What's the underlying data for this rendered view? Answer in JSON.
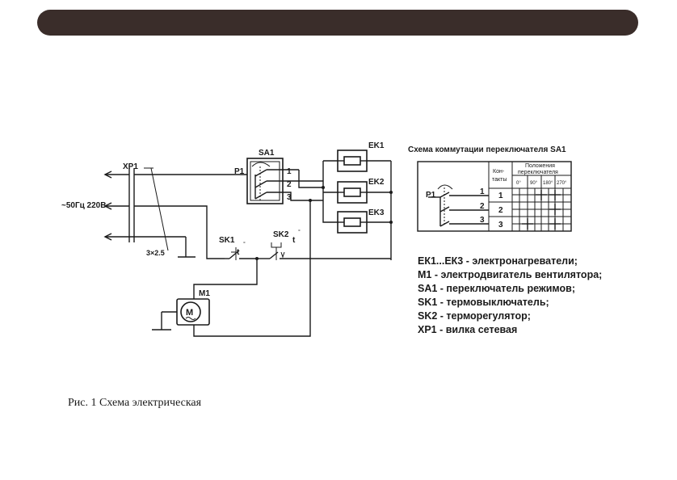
{
  "diagram": {
    "labels": {
      "xp1": "XP1",
      "supply": "~50Гц 220В",
      "wire": "3×2.5",
      "sa1": "SA1",
      "p1": "P1",
      "sa1_1": "1",
      "sa1_2": "2",
      "sa1_3": "3",
      "ek1": "EK1",
      "ek2": "EK2",
      "ek3": "EK3",
      "sk1": "SK1",
      "sk2": "SK2",
      "t1": "t",
      "t2": "t",
      "deg1": "°",
      "deg2": "°",
      "m1": "M1",
      "motor": "M"
    },
    "switch_table": {
      "title": "Схема коммутации переключателя SA1",
      "p1": "P1",
      "contacts_header_1": "Кон-",
      "contacts_header_2": "такты",
      "positions_header_1": "Положения",
      "positions_header_2": "переключателя",
      "pos_0": "0°",
      "pos_90": "90°",
      "pos_180": "180°",
      "pos_270": "270°",
      "row_1": "1",
      "row_2": "2",
      "row_3": "3",
      "wire_1": "1",
      "wire_2": "2",
      "wire_3": "3"
    }
  },
  "legend": [
    "ЕК1...ЕК3 - электронагреватели;",
    "М1 - электродвигатель вентилятора;",
    "SA1 - переключатель режимов;",
    "SK1 - термовыключатель;",
    "SK2 - терморегулятор;",
    "ХР1 - вилка сетевая"
  ],
  "caption": "Рис. 1 Схема электрическая"
}
